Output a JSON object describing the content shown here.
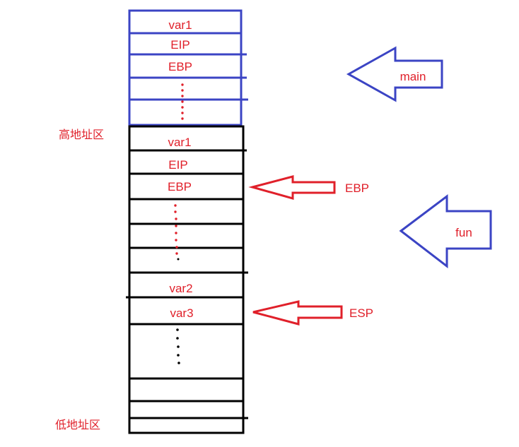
{
  "labels": {
    "high_address": "高地址区",
    "low_address": "低地址区"
  },
  "main_frame": {
    "cells": [
      "var1",
      "EIP",
      "EBP",
      "",
      ""
    ],
    "arrow_label": "main"
  },
  "fun_frame": {
    "cells": [
      "var1",
      "EIP",
      "EBP",
      "",
      "",
      "",
      "var2",
      "var3",
      "",
      "",
      ""
    ],
    "arrow_label": "fun"
  },
  "pointers": {
    "ebp_label": "EBP",
    "esp_label": "ESP"
  },
  "colors": {
    "main_frame": "#3b44c4",
    "fun_frame": "#000000",
    "text": "#e0202a",
    "pointer_arrow": "#e0202a",
    "frame_arrow": "#3b44c4"
  }
}
